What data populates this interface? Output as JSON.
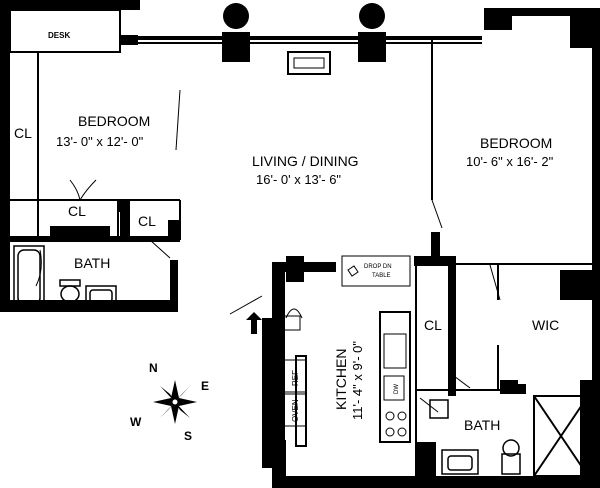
{
  "labels": {
    "desk": "DESK",
    "bedroom_left": "BEDROOM",
    "bedroom_left_dim": "13'- 0\" x 12'- 0\"",
    "cl_left": "CL",
    "cl_mid": "CL",
    "cl_small": "CL",
    "bath_left": "BATH",
    "living": "LIVING / DINING",
    "living_dim": "16'- 0' x 13'- 6\"",
    "bedroom_right": "BEDROOM",
    "bedroom_right_dim": "10'- 6\" x 16'- 2\"",
    "drop_line1": "DROP DN",
    "drop_line2": "TABLE",
    "cl_right": "CL",
    "wic": "WIC",
    "kitchen": "KITCHEN",
    "kitchen_dim": "11'- 4\" x 9'- 0\"",
    "ref": "REF",
    "oven": "OVEN",
    "dw": "DW",
    "bath_right": "BATH"
  },
  "compass": {
    "n": "N",
    "s": "S",
    "e": "E",
    "w": "W"
  }
}
